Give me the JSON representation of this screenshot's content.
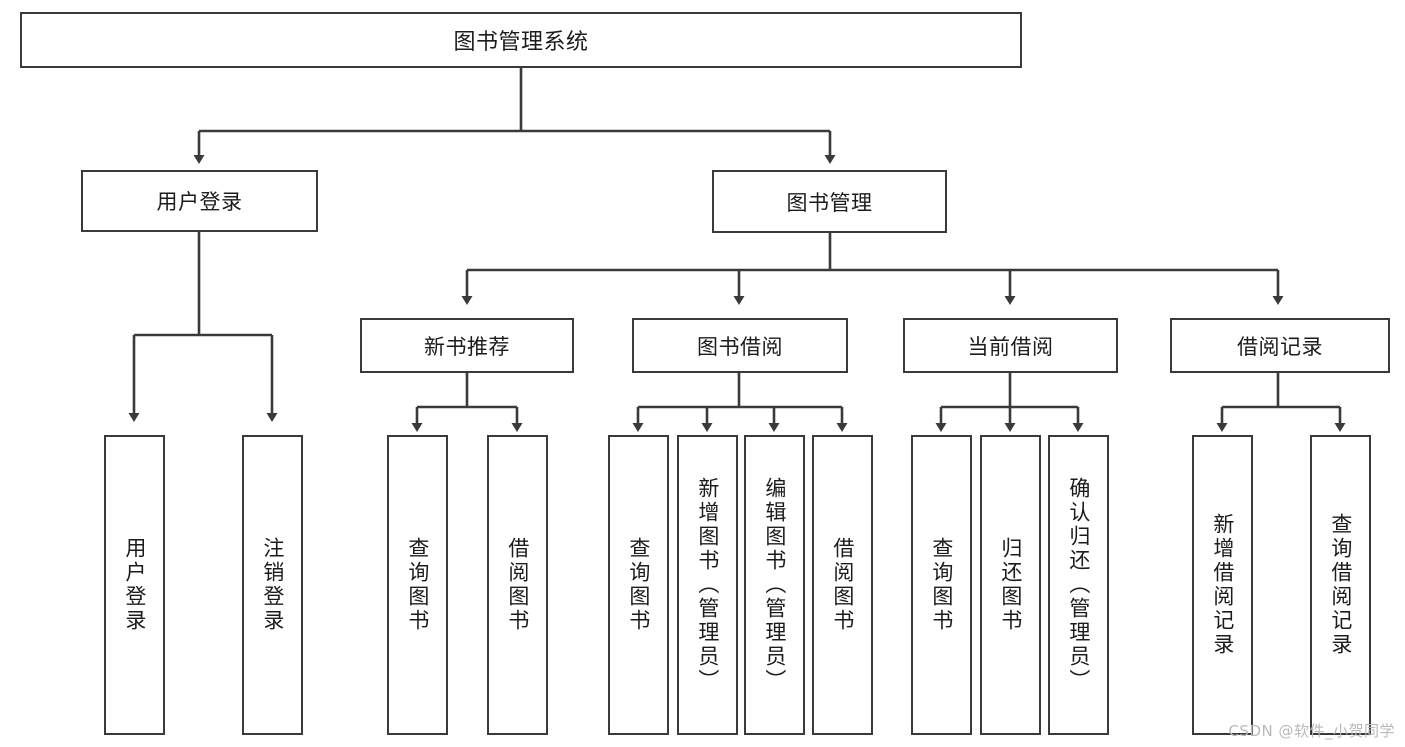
{
  "diagram": {
    "type": "tree-hierarchy",
    "title": "图书管理系统",
    "root": {
      "id": "root",
      "label": "图书管理系统"
    },
    "level2": [
      {
        "id": "user-login",
        "label": "用户登录"
      },
      {
        "id": "book-manage",
        "label": "图书管理"
      }
    ],
    "level3": [
      {
        "id": "new-book-recommend",
        "label": "新书推荐"
      },
      {
        "id": "book-borrow",
        "label": "图书借阅"
      },
      {
        "id": "current-borrow",
        "label": "当前借阅"
      },
      {
        "id": "borrow-record",
        "label": "借阅记录"
      }
    ],
    "leaves": {
      "user_login": [
        {
          "id": "leaf-user-login",
          "label": "用户登录"
        },
        {
          "id": "leaf-logout-login",
          "label": "注销登录"
        }
      ],
      "new_book_recommend": [
        {
          "id": "leaf-query-book-1",
          "label": "查询图书"
        },
        {
          "id": "leaf-borrow-book-1",
          "label": "借阅图书"
        }
      ],
      "book_borrow": [
        {
          "id": "leaf-query-book-2",
          "label": "查询图书"
        },
        {
          "id": "leaf-add-book",
          "label": "新增图书（管理员）"
        },
        {
          "id": "leaf-edit-book",
          "label": "编辑图书（管理员）"
        },
        {
          "id": "leaf-borrow-book-2",
          "label": "借阅图书"
        }
      ],
      "current_borrow": [
        {
          "id": "leaf-query-book-3",
          "label": "查询图书"
        },
        {
          "id": "leaf-return-book",
          "label": "归还图书"
        },
        {
          "id": "leaf-confirm-return",
          "label": "确认归还（管理员）"
        }
      ],
      "borrow_record": [
        {
          "id": "leaf-add-record",
          "label": "新增借阅记录"
        },
        {
          "id": "leaf-query-record",
          "label": "查询借阅记录"
        }
      ]
    }
  },
  "watermark": {
    "text": "CSDN @软件_小贺同学"
  },
  "colors": {
    "stroke": "#3a3a3a",
    "text": "#1c1c1c",
    "background": "#ffffff",
    "watermark": "#b9b9b9"
  }
}
